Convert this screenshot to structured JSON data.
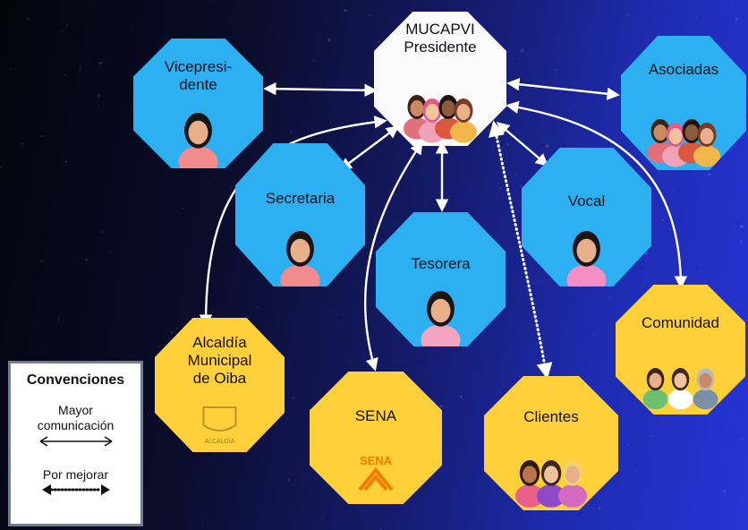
{
  "diagram": {
    "nodes": [
      {
        "id": "presidente",
        "label": "MUCAPVI\nPresidente",
        "color": "white",
        "art": "group-of-women-illustration"
      },
      {
        "id": "vicepresidente",
        "label": "Vicepresi-\ndente",
        "color": "blue",
        "art": "woman-illustration"
      },
      {
        "id": "asociadas",
        "label": "Asociadas",
        "color": "blue",
        "art": "group-of-women-illustration"
      },
      {
        "id": "secretaria",
        "label": "Secretaria",
        "color": "blue",
        "art": "woman-illustration"
      },
      {
        "id": "vocal",
        "label": "Vocal",
        "color": "blue",
        "art": "woman-illustration"
      },
      {
        "id": "tesorera",
        "label": "Tesorera",
        "color": "blue",
        "art": "woman-illustration"
      },
      {
        "id": "alcaldia",
        "label": "Alcaldía\nMunicipal\nde Oiba",
        "color": "yellow",
        "art": "alcaldia-seal",
        "art_text": "ALCALDÍA"
      },
      {
        "id": "sena",
        "label": "SENA",
        "color": "yellow",
        "art": "sena-logo",
        "art_text": "SENA"
      },
      {
        "id": "clientes",
        "label": "Clientes",
        "color": "yellow",
        "art": "group-of-people-illustration"
      },
      {
        "id": "comunidad",
        "label": "Comunidad",
        "color": "yellow",
        "art": "community-illustration"
      }
    ],
    "edges": [
      {
        "from": "presidente",
        "to": "vicepresidente",
        "type": "Mayor comunicación"
      },
      {
        "from": "presidente",
        "to": "asociadas",
        "type": "Mayor comunicación"
      },
      {
        "from": "presidente",
        "to": "secretaria",
        "type": "Mayor comunicación"
      },
      {
        "from": "presidente",
        "to": "tesorera",
        "type": "Mayor comunicación"
      },
      {
        "from": "presidente",
        "to": "vocal",
        "type": "Mayor comunicación"
      },
      {
        "from": "presidente",
        "to": "alcaldia",
        "type": "Mayor comunicación"
      },
      {
        "from": "presidente",
        "to": "sena",
        "type": "Mayor comunicación"
      },
      {
        "from": "presidente",
        "to": "comunidad",
        "type": "Mayor comunicación"
      },
      {
        "from": "presidente",
        "to": "clientes",
        "type": "Por mejorar"
      }
    ],
    "colors": {
      "blue": "#2cb0f2",
      "yellow": "#ffd03a",
      "white": "#fbfbfb",
      "edge": "#ffffff",
      "legend_border": "#6f7d95"
    }
  },
  "legend": {
    "title": "Convenciones",
    "major": "Mayor\ncomunicación",
    "minor": "Por mejorar"
  }
}
